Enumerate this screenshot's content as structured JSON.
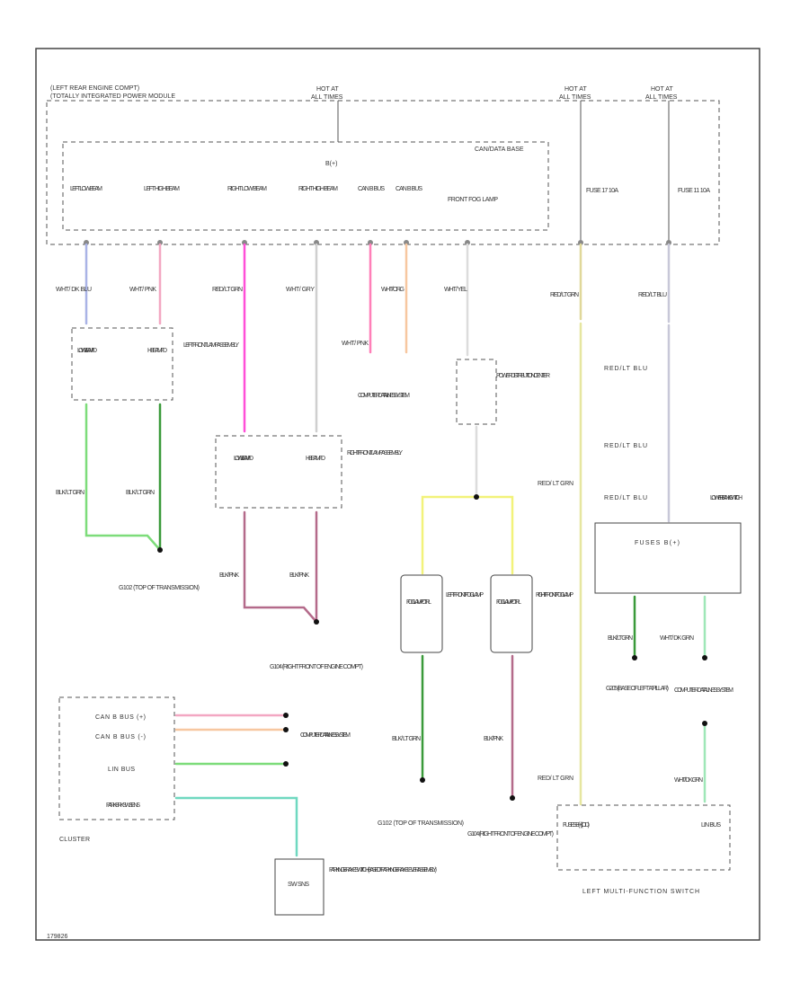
{
  "colors": {
    "wht_dk_blu": "#a9b3e6",
    "wht_pnk": "#f3a7c2",
    "red_lt_grn": "#ff4fd8",
    "wht_gry": "#cfcfcf",
    "wht_pnk_can": "#ff7fb8",
    "wht_org": "#f7c7a0",
    "wht_yel": "#dcdcdc",
    "red_lt_grn_fuse": "#e0d89a",
    "red_lt_blu": "#c8c8d8",
    "blk_lt_grn": "#7ddc7a",
    "blk_lt_grn_dark": "#3a9a3a",
    "blk_pnk": "#b46a8a",
    "wht_yel_fog": "#f2f27a",
    "yellow_long": "#e6e6a0",
    "wht_dk_grn": "#9fe7b8",
    "dk_grn_blu": "#6fd8c0"
  },
  "labels": {
    "module_title_1": "(LEFT REAR ENGINE COMPT)",
    "module_title_2": "(TOTALLY INTEGRATED POWER MODULE",
    "hot_at_all_1": "HOT AT",
    "hot_at_all_2": "ALL TIMES",
    "hot_b_1": "HOT AT",
    "hot_b_2": "ALL TIMES",
    "hot_c_1": "HOT AT",
    "hot_c_2": "ALL TIMES",
    "can_module": "CAN/DATA BASE",
    "bplus": "B(+)",
    "pin_left_low": "LEFT LOW BEAM",
    "pin_left_high": "LEFT HIGH BEAM",
    "pin_right_low": "RIGHT LOW BEAM",
    "pin_right_high": "RIGHT HIGH BEAM",
    "pin_can_b1": "CAN B BUS",
    "pin_can_b2": "CAN B BUS",
    "pin_front_fog": "FRONT FOG LAMP",
    "fuse_17": "FUSE 17 10A",
    "fuse_11": "FUSE 11 10A",
    "w1_color": "WHT/ DK BLU",
    "w2_color": "WHT/ PNK",
    "w3_color": "RED/ LT GRN",
    "w4_color": "WHT/ GRY",
    "w5_color": "WHT/ PNK",
    "w6_color": "WHT/ ORG",
    "w7_color": "WHT/ YEL",
    "w8_color": "RED/ LT GRN",
    "w9_color": "RED/ LT BLU",
    "left_lamp_title": "LEFT FRONT LAMP ASSEMBLY",
    "low_beam_fd": "LOW BEAM FD",
    "hi_beam_fd": "HI BEAM FD",
    "computer_data_1": "COMPUTER DATA LINES SYSTEM",
    "pdc_1": "POWER DISTRIBUTION CENTER",
    "right_lamp_title": "RIGHT FRONT LAMP ASSEMBLY",
    "g102_1": "G102 (TOP OF TRANSMISSION)",
    "g104_1": "G104 (RIGHT FRONT OF ENGINE COMPT)",
    "blk_lt_grn": "BLK/ LT GRN",
    "blk_pnk": "BLK/ PNK",
    "fog_ctrl_left": "FOG LAMP CTRL",
    "fog_ctrl_right": "FOG LAMP CTRL",
    "left_fog": "LEFT FRONT FOG LAMP",
    "right_fog": "RIGHT FRONT FOG LAMP",
    "red_lt_blu_1": "RED/LT BLU",
    "red_lt_blu_2": "RED/LT BLU",
    "red_lt_blu_3": "RED/LT BLU",
    "lower_bank": "LOWER BANK SWITCH",
    "fuses_b": "FUSES B(+)",
    "blk_lt_grn_2": "BLK/ LT GRN",
    "wht_dk_grn": "WHT/ DK GRN",
    "g205": "G205 (BASE OF LEFT 'A' PILLAR)",
    "computer_data_2": "COMPUTER DATA LINES SYSTEM",
    "cluster": "CLUSTER",
    "can_b_plus": "CAN B BUS (+)",
    "can_b_minus": "CAN B BUS (-)",
    "lin_bus": "LIN BUS",
    "park_brk": "PARK BRK SW SENS",
    "computer_data_3": "COMPUTER DATA LINES SYSTEM",
    "park_switch_1": "PARKING BRAKE SWITCH (BASE OF PARKING BRAKE LEVER ASSEMBLY)",
    "sw_sns": "SW SNS",
    "g102_2": "G102 (TOP OF TRANSMISSION)",
    "g104_2": "G104 (RIGHT FRONT OF ENGINE COMPT)",
    "left_multi": "LEFT MULTI-FUNCTION SWITCH",
    "fuses_b_iod": "FUSES B(+) (IOD)",
    "lin_bus_2": "LIN BUS",
    "red_lt_grn_long": "RED/ LT GRN",
    "red_lt_grn_bottom": "RED/ LT GRN",
    "figure_id": "179826"
  }
}
